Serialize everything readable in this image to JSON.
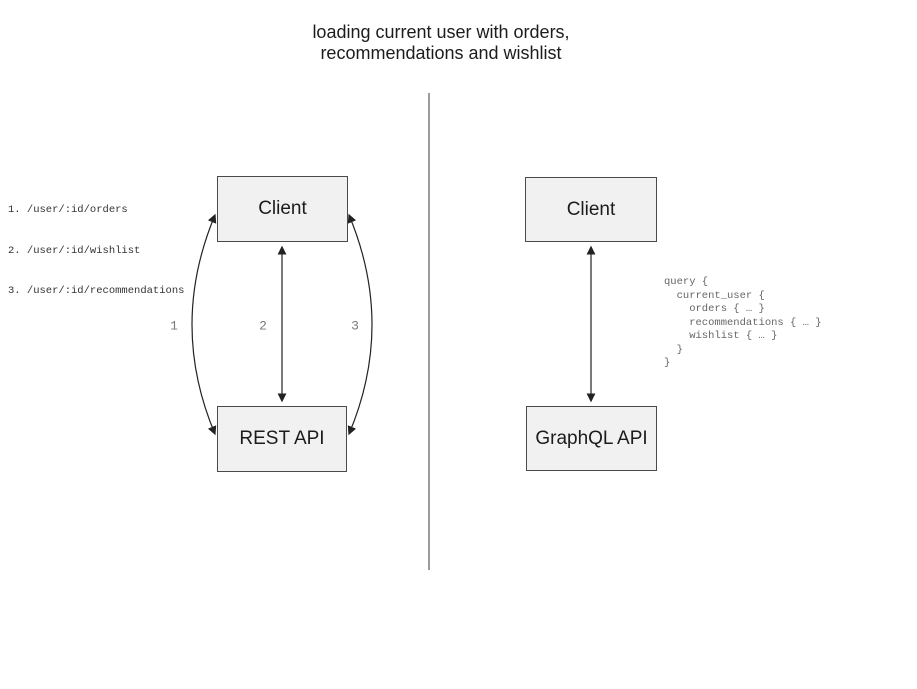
{
  "title": "loading current user with orders,\nrecommendations and wishlist",
  "left_panel": {
    "endpoints": [
      "1. /user/:id/orders",
      "2. /user/:id/wishlist",
      "3. /user/:id/recommendations"
    ],
    "client_label": "Client",
    "api_label": "REST API",
    "arrow_labels": [
      "1",
      "2",
      "3"
    ]
  },
  "right_panel": {
    "client_label": "Client",
    "api_label": "GraphQL API",
    "query": "query {\n  current_user {\n    orders { … }\n    recommendations { … }\n    wishlist { … }\n  }\n}"
  },
  "colors": {
    "background": "#ffffff",
    "box_fill": "#f1f1f1",
    "box_border": "#4a4a4a",
    "arrow": "#222222",
    "divider": "#666666",
    "muted_text": "#666666",
    "label_text": "#1c1c1c"
  }
}
